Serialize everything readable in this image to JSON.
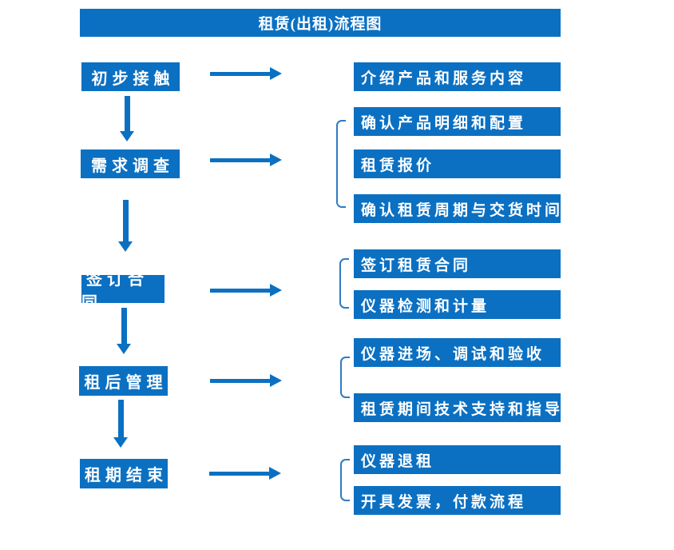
{
  "title": "租赁(出租)流程图",
  "colors": {
    "primary_blue": "#0b70c2",
    "bracket_blue": "#2f7bc3",
    "text_white": "#ffffff",
    "background": "#ffffff"
  },
  "steps": [
    {
      "label": "初步接触",
      "details": [
        "介绍产品和服务内容"
      ]
    },
    {
      "label": "需求调查",
      "details": [
        "确认产品明细和配置",
        "租赁报价",
        "确认租赁周期与交货时间"
      ]
    },
    {
      "label": "签订合同",
      "details": [
        "签订租赁合同",
        "仪器检测和计量"
      ]
    },
    {
      "label": "租后管理",
      "details": [
        "仪器进场、调试和验收",
        "租赁期间技术支持和指导"
      ]
    },
    {
      "label": "租期结束",
      "details": [
        "仪器退租",
        "开具发票，付款流程"
      ]
    }
  ]
}
